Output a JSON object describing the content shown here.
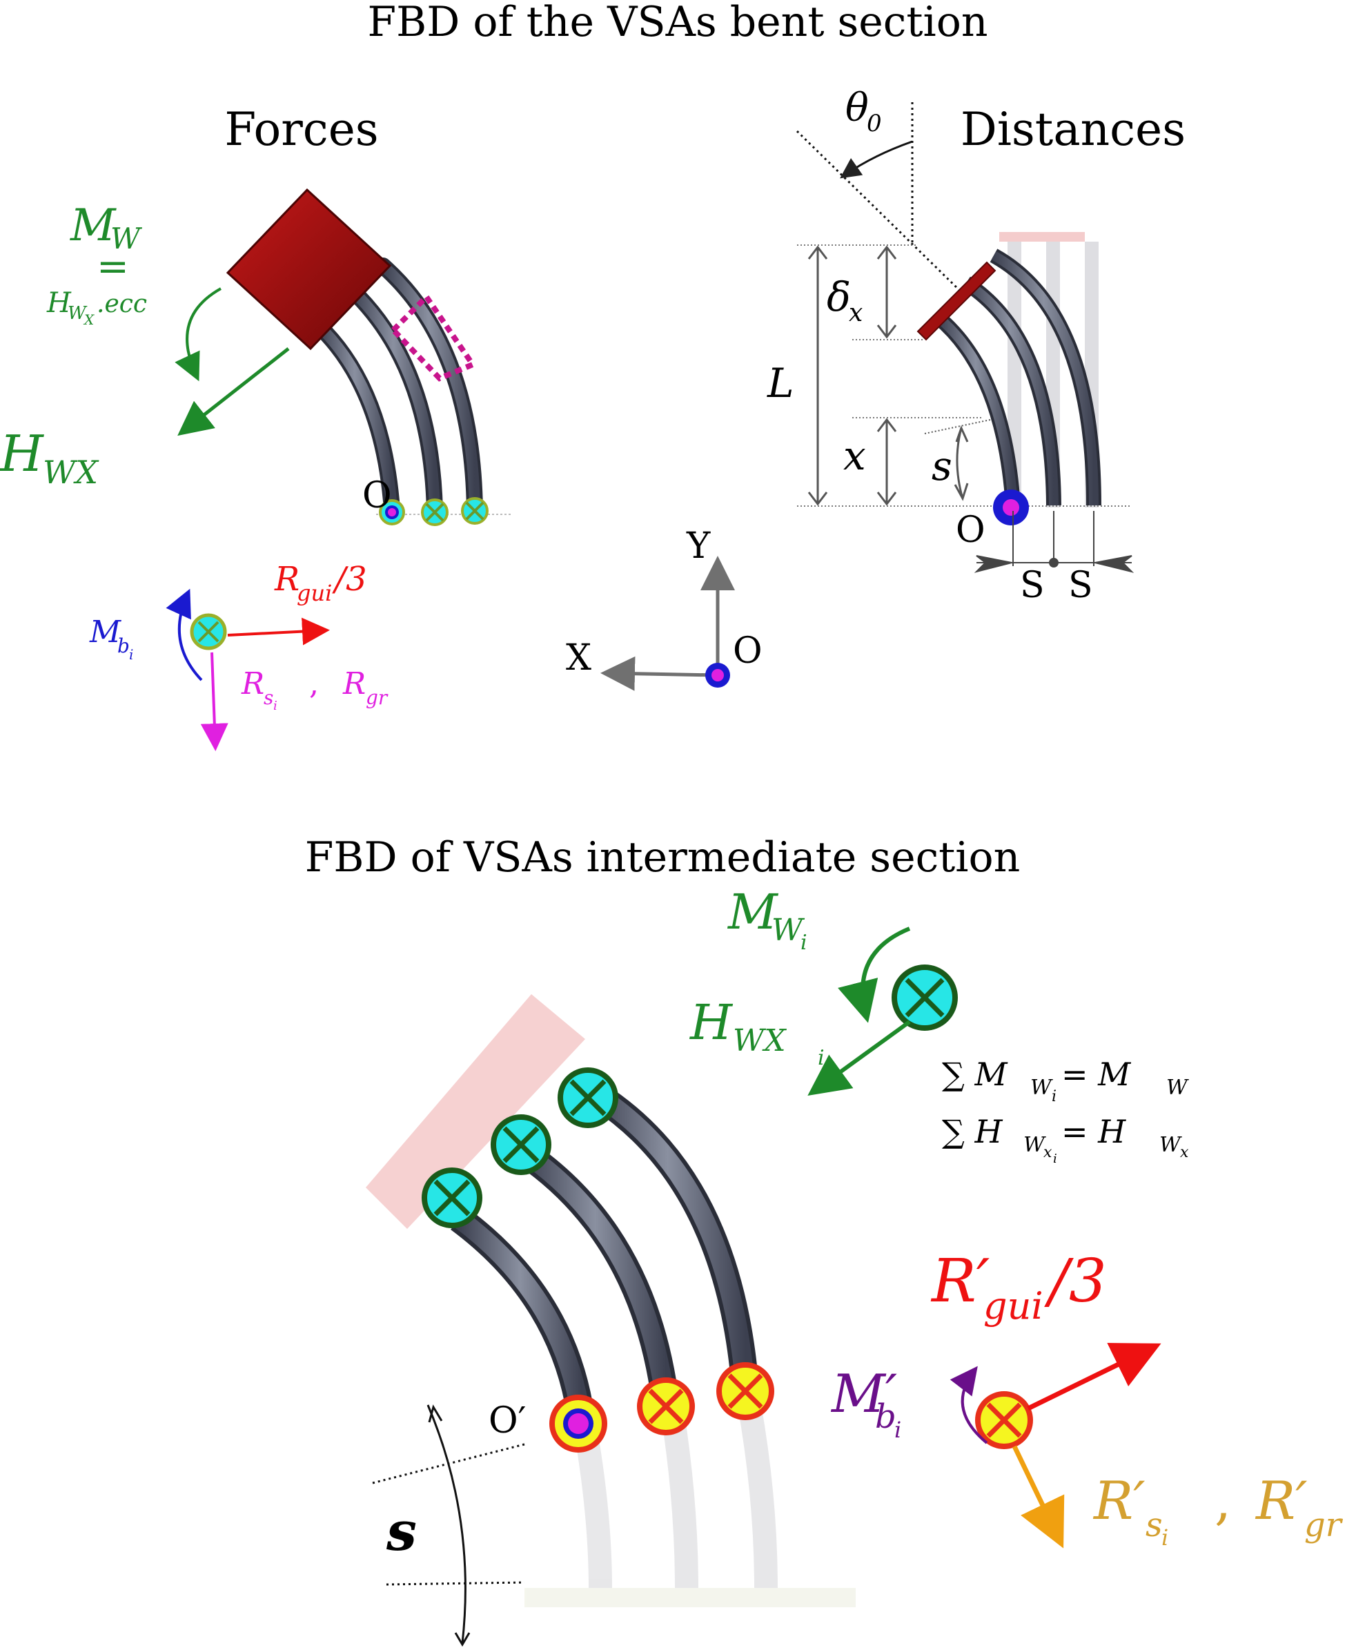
{
  "titles": {
    "top": "FBD of the VSAs bent section",
    "bottom": "FBD of VSAs intermediate section"
  },
  "forces_panel": {
    "heading": "Forces",
    "moment_label": "M",
    "moment_sub": "W",
    "equals": "=",
    "ecc_base": "H",
    "ecc_sub": "W",
    "ecc_subsub": "X",
    "ecc_tail": ".ecc",
    "force_label": "H",
    "force_sub": "WX",
    "origin": "O",
    "rgui_base": "R",
    "rgui_sub": "gui",
    "rgui_tail": "/3",
    "mb_base": "M",
    "mb_sub": "b",
    "mb_subsub": "i",
    "rs_base": "R",
    "rs_sub": "s",
    "rs_subsub": "i",
    "comma": ",",
    "rgr_base": "R",
    "rgr_sub": "gr"
  },
  "axes": {
    "y": "Y",
    "x": "X",
    "o": "O"
  },
  "distances_panel": {
    "heading": "Distances",
    "theta": "θ",
    "theta_sub": "0",
    "delta": "δ",
    "delta_sub": "x",
    "L": "L",
    "x": "x",
    "s": "s",
    "origin": "O",
    "spacing_1": "S",
    "spacing_2": "S"
  },
  "intermediate": {
    "mwi_base": "M",
    "mwi_sub": "W",
    "mwi_subsub": "i",
    "hwxi_base": "H",
    "hwxi_sub": "WX",
    "hwxi_subsub": "i",
    "eq1": "∑ M",
    "eq1_sub": "W",
    "eq1_subsub": "i",
    "eq1_rhs": " = M",
    "eq1_rhs_sub": "W",
    "eq2": "∑ H",
    "eq2_sub": "W",
    "eq2_subsub": "x",
    "eq2_subsubsub": "i",
    "eq2_rhs": " = H",
    "eq2_rhs_sub": "W",
    "eq2_rhs_subsub": "x",
    "rgui_base": "R′",
    "rgui_sub": "gui",
    "rgui_tail": "/3",
    "mb_base": "M′",
    "mb_sub": "b",
    "mb_subsub": "i",
    "rs_base": "R′",
    "rs_sub": "s",
    "rs_subsub": "i",
    "comma": ",",
    "rgr_base": "R′",
    "rgr_sub": "gr",
    "origin": "O′",
    "s_label": "s"
  },
  "colors": {
    "green": "#1e8a2a",
    "red": "#ee1111",
    "blue": "#1a1ad0",
    "magenta": "#e020e0",
    "purple": "#6a0f8a",
    "orange": "#e8a020",
    "gold": "#d4a030",
    "cyan": "#27e6e6",
    "yellow": "#f5f520",
    "darkred": "#8a0c0c",
    "rod": "#5a5f70"
  }
}
